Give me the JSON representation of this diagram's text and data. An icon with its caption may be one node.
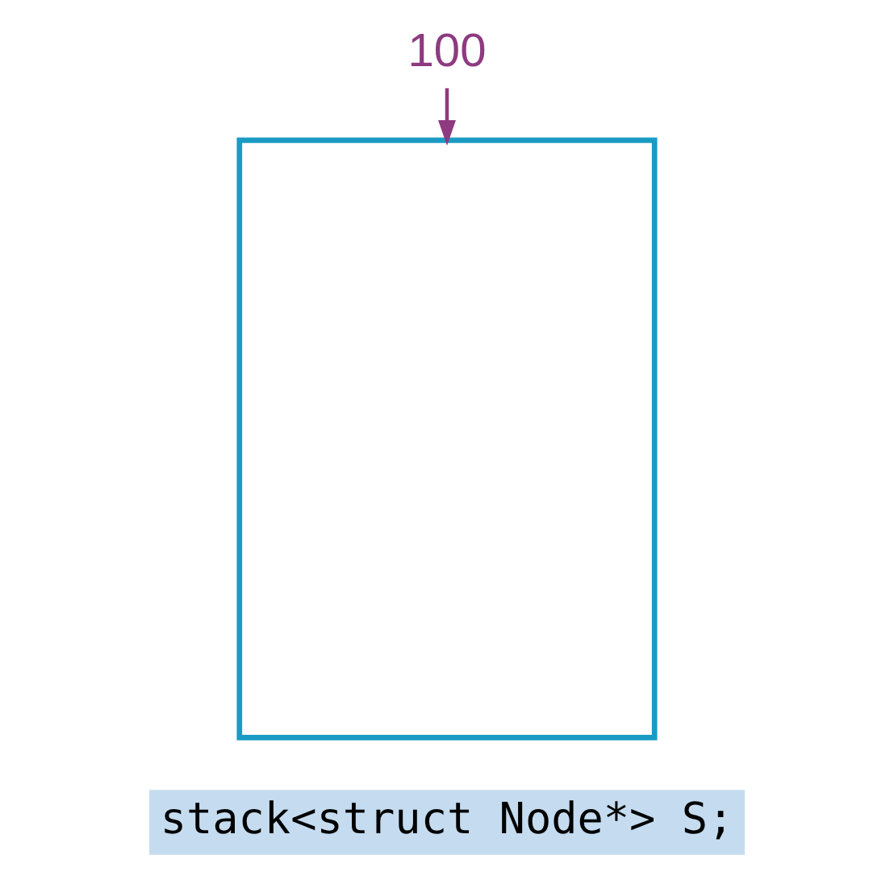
{
  "diagram": {
    "nodes": [
      {
        "text": [
          "100"
        ]
      },
      {
        "text": [],
        "shape": "box"
      }
    ],
    "edges": [
      {
        "from": 0,
        "to": 1,
        "arrow": "to"
      }
    ],
    "labels": [
      "stack<struct Node*> S;"
    ]
  }
}
